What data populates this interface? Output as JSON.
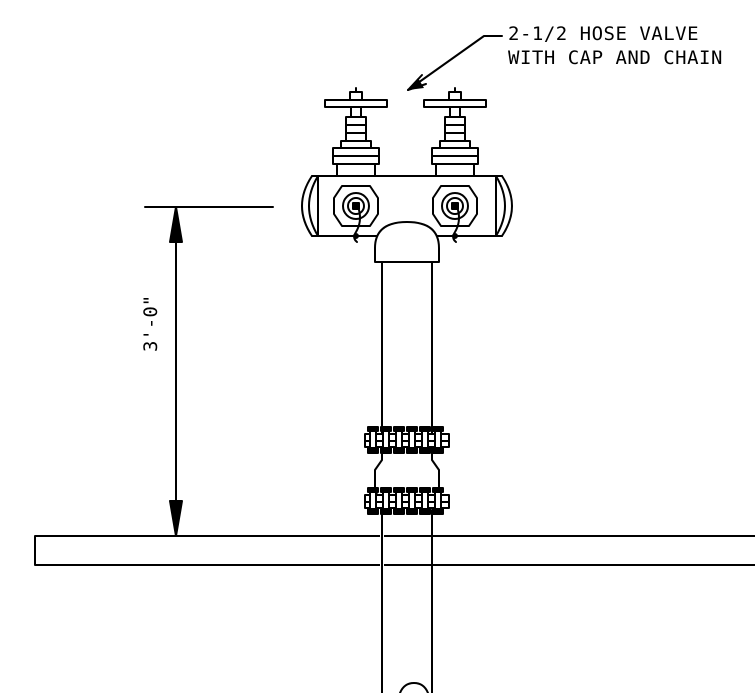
{
  "callout": {
    "line1": "2-1/2 HOSE VALVE",
    "line2": "WITH CAP AND CHAIN"
  },
  "dimension": {
    "height_label": "3'-0\""
  }
}
